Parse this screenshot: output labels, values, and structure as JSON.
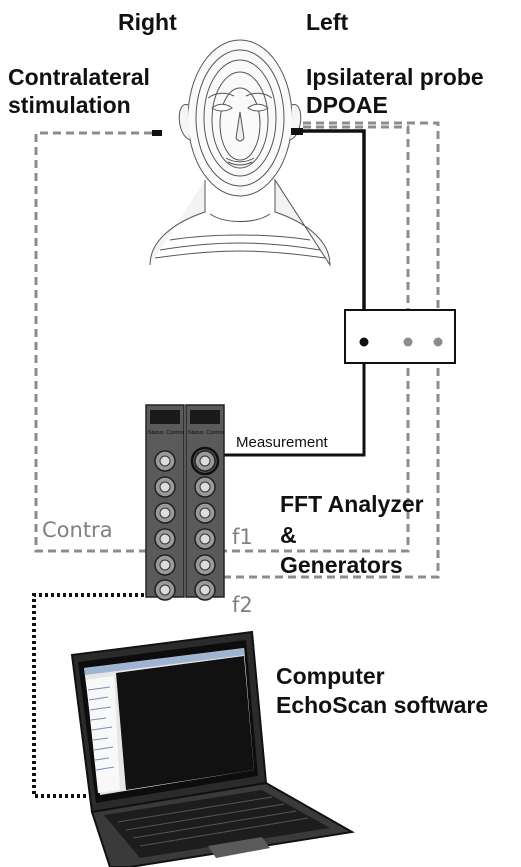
{
  "labels": {
    "right": "Right",
    "left": "Left",
    "contralateral_line1": "Contralateral",
    "contralateral_line2": "stimulation",
    "ipsilateral_line1": "Ipsilateral probe",
    "ipsilateral_line2": "DPOAE",
    "measurement": "Measurement",
    "contra": "Contra",
    "f1": "f1",
    "f2": "f2",
    "fft_line1": "FFT Analyzer",
    "fft_line2": "&",
    "fft_line3": "Generators",
    "computer_line1": "Computer",
    "computer_line2": "EchoScan software"
  },
  "device": {
    "module_labels": [
      "Status",
      "Control"
    ]
  },
  "colors": {
    "solid_line": "#111111",
    "dashed_gray": "#8c8c8c",
    "dotted_black": "#111111",
    "text_gray": "#808080"
  }
}
